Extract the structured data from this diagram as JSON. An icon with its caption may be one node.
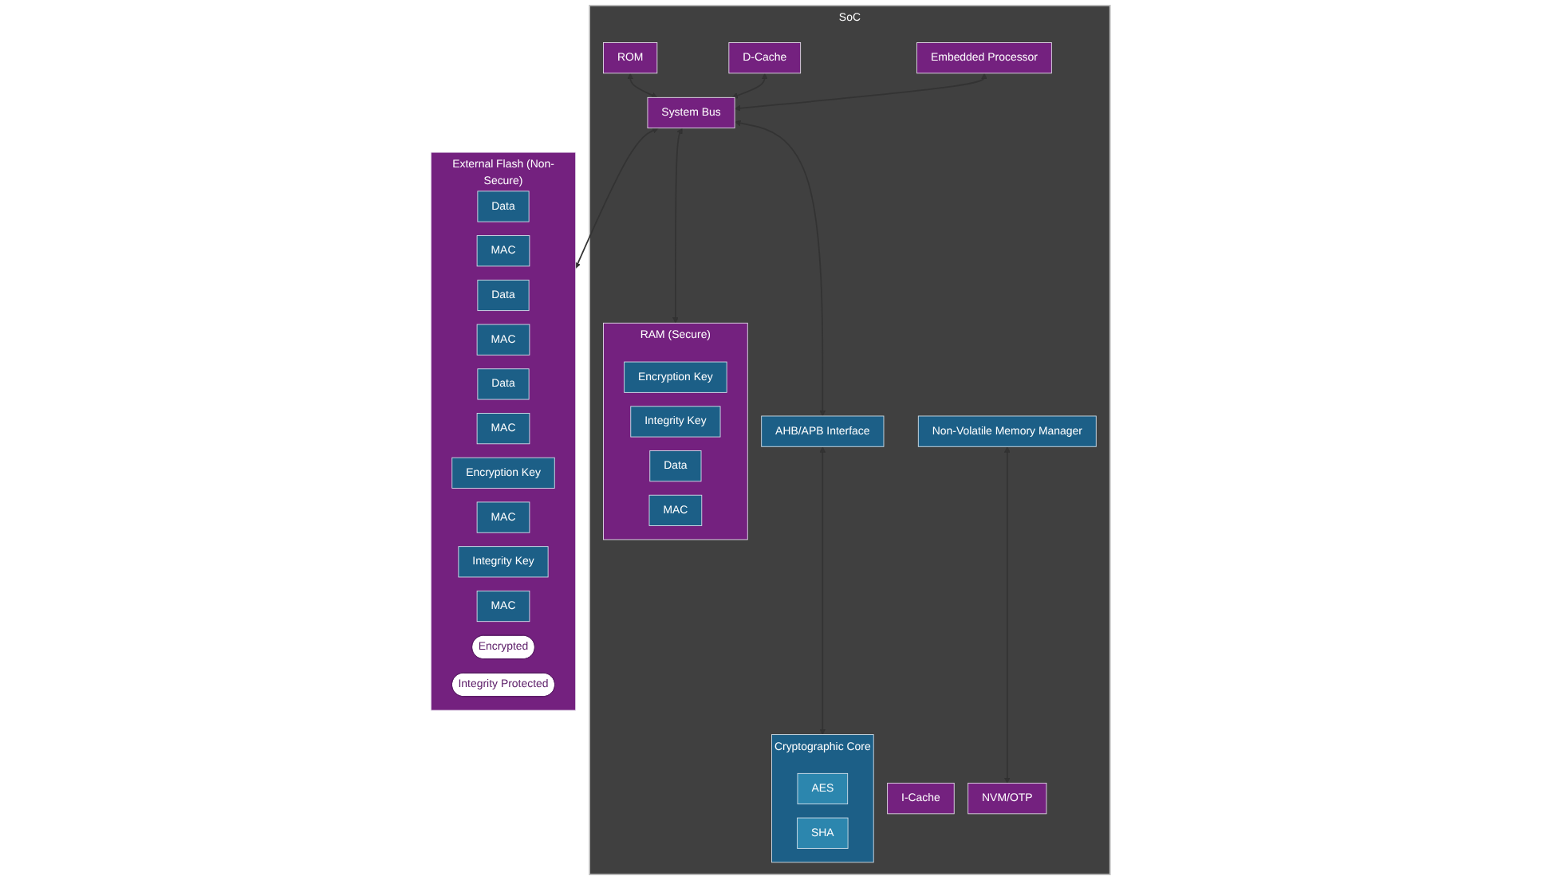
{
  "diagram": {
    "nodes": [
      {
        "text": [
          "SoC"
        ]
      },
      {
        "text": [
          "ROM"
        ],
        "in": 0
      },
      {
        "text": [
          "I-Cache"
        ],
        "in": 0
      },
      {
        "text": [
          "D-Cache"
        ],
        "in": 0
      },
      {
        "text": [
          "Embedded Processor"
        ],
        "in": 0
      },
      {
        "text": [
          "System Bus"
        ],
        "in": 0
      },
      {
        "text": [
          "RAM (Secure)"
        ],
        "in": 0
      },
      {
        "text": [
          "Encryption Key"
        ],
        "in": 6
      },
      {
        "text": [
          "Integrity Key"
        ],
        "in": 6
      },
      {
        "text": [
          "Data"
        ],
        "in": 6
      },
      {
        "text": [
          "MAC"
        ],
        "in": 6
      },
      {
        "text": [
          "AHB/APB Interface"
        ],
        "in": 0
      },
      {
        "text": [
          "Cryptographic Core"
        ],
        "in": 0
      },
      {
        "text": [
          "AES"
        ],
        "in": 12
      },
      {
        "text": [
          "SHA"
        ],
        "in": 12
      },
      {
        "text": [
          "Non-Volatile Memory Manager"
        ],
        "in": 0
      },
      {
        "text": [
          "NVM/OTP"
        ],
        "in": 0
      },
      {
        "text": [
          "External Flash (Non-Secure)"
        ]
      },
      {
        "text": [
          "Data"
        ],
        "in": 17
      },
      {
        "text": [
          "MAC"
        ],
        "in": 17
      },
      {
        "text": [
          "Data"
        ],
        "in": 17
      },
      {
        "text": [
          "MAC"
        ],
        "in": 17
      },
      {
        "text": [
          "Data"
        ],
        "in": 17
      },
      {
        "text": [
          "MAC"
        ],
        "in": 17
      },
      {
        "text": [
          "Encryption Key"
        ],
        "in": 17
      },
      {
        "text": [
          "MAC"
        ],
        "in": 17
      },
      {
        "text": [
          "Integrity Key"
        ],
        "in": 17
      },
      {
        "text": [
          "MAC"
        ],
        "in": 17
      },
      {
        "text": [
          "Encrypted"
        ],
        "in": 17
      },
      {
        "text": [
          "Integrity Protected"
        ],
        "in": 17
      }
    ],
    "edges": [
      {
        "from": 1,
        "to": 5,
        "arrow": "both"
      },
      {
        "from": 3,
        "to": 5,
        "arrow": "both"
      },
      {
        "from": 4,
        "to": 5,
        "arrow": "both"
      },
      {
        "from": 5,
        "to": 6,
        "arrow": "both"
      },
      {
        "from": 5,
        "to": 11,
        "arrow": "both"
      },
      {
        "from": 11,
        "to": 12,
        "arrow": "both"
      },
      {
        "from": 15,
        "to": 16,
        "arrow": "both"
      },
      {
        "from": 5,
        "to": 17,
        "arrow": "both"
      }
    ]
  }
}
